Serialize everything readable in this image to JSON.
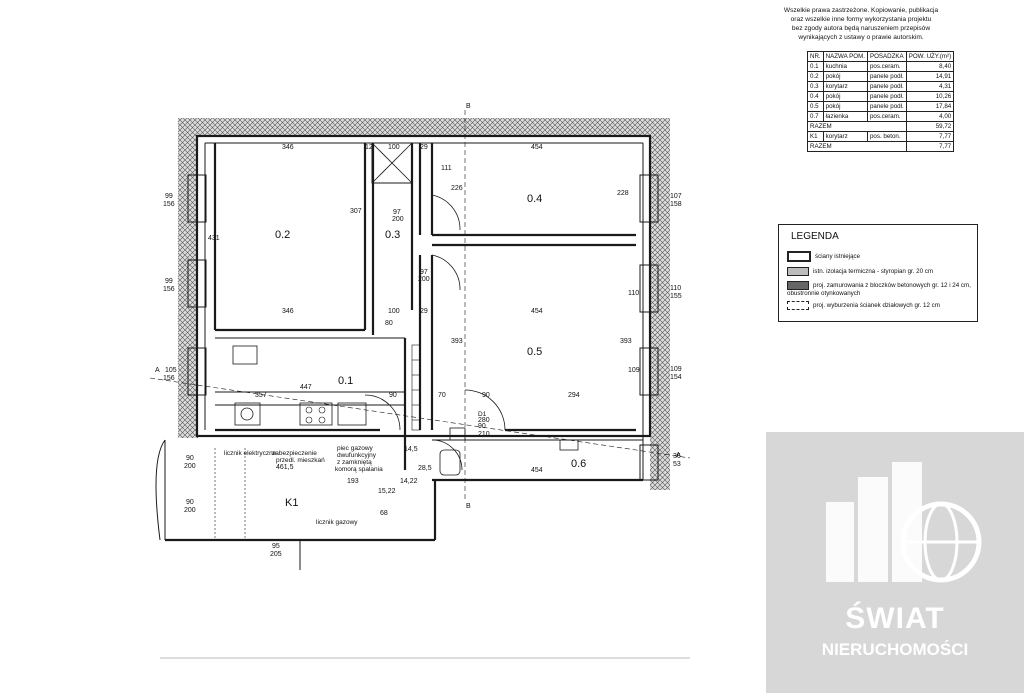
{
  "copyright": {
    "line1": "Wszelkie prawa zastrzeżone. Kopiowanie, publikacja",
    "line2": "oraz wszelkie inne formy wykorzystania projektu",
    "line3": "bez zgody autora będą naruszeniem przepisów",
    "line4": "wynikających z ustawy o prawie autorskim."
  },
  "rooms_table": {
    "headers": [
      "NR.",
      "NAZWA POM.",
      "POSADZKA",
      "POW. UŻY.(m²)"
    ],
    "rows": [
      {
        "nr": "0.1",
        "name": "kuchnia",
        "floor": "pos.ceram.",
        "area": "8,40"
      },
      {
        "nr": "0.2",
        "name": "pokój",
        "floor": "panele podł.",
        "area": "14,91"
      },
      {
        "nr": "0.3",
        "name": "korytarz",
        "floor": "panele podł.",
        "area": "4,31"
      },
      {
        "nr": "0.4",
        "name": "pokój",
        "floor": "panele podł.",
        "area": "10,26"
      },
      {
        "nr": "0.5",
        "name": "pokój",
        "floor": "panele podł.",
        "area": "17,84"
      },
      {
        "nr": "0.7",
        "name": "łazienka",
        "floor": "pos.ceram.",
        "area": "4,00"
      }
    ],
    "sum1": {
      "label": "RAZEM",
      "area": "59,72"
    },
    "extra": {
      "nr": "K1",
      "name": "korytarz",
      "floor": "pos. beton.",
      "area": "7,77"
    },
    "sum2": {
      "label": "RAZEM",
      "area": "7,77"
    }
  },
  "legend": {
    "title": "LEGENDA",
    "items": [
      "ściany istniejące",
      "istn. izolacja termiczna - styropian gr. 20 cm",
      "proj. zamurowania z bloczków betonowych gr. 12 i 24 cm, obustronnie otynkowanych",
      "proj. wyburzenia ścianek działowych gr. 12 cm"
    ]
  },
  "plan": {
    "rooms": {
      "r01": "0.1",
      "r02": "0.2",
      "r03": "0.3",
      "r04": "0.4",
      "r05": "0.5",
      "r06": "0.6",
      "k1": "K1"
    },
    "section_marks": {
      "b_top": "B",
      "b_bottom": "B",
      "a_left": "A",
      "a_right": "A"
    },
    "dims": {
      "d346a": "346",
      "d100a": "100",
      "d454a": "454",
      "d307": "307",
      "d431": "431",
      "d346b": "346",
      "d100b": "100",
      "d454b": "454",
      "d447": "447",
      "d357": "357",
      "d90a": "90",
      "d70": "70",
      "d90b": "90",
      "d294": "294",
      "d454c": "454",
      "d393a": "393",
      "d393b": "393",
      "d228": "228",
      "d226": "226",
      "d111": "111",
      "d110": "110",
      "d109": "109",
      "d97a": "97",
      "d200a": "200",
      "d97b": "97",
      "d200b": "200",
      "d80": "80",
      "d29a": "29",
      "d29b": "29",
      "d12": "12",
      "d99a": "99",
      "d156a": "156",
      "d99b": "99",
      "d156b": "156",
      "d105": "105",
      "d156c": "156",
      "d107": "107",
      "d158": "158",
      "d110b": "110",
      "d155": "155",
      "d109b": "109",
      "d154": "154",
      "d36": "36",
      "d53": "53",
      "d90c": "90",
      "d200c": "200",
      "d90d": "90",
      "d200d": "200",
      "d95": "95",
      "d205": "205",
      "d4615": "461,5",
      "d145": "14,5",
      "d285": "28,5",
      "d1522": "15,22",
      "d1422": "14,22",
      "d193": "193",
      "d68": "68",
      "d90e": "90",
      "d210": "210",
      "d280": "280"
    },
    "notes": {
      "licznik_el": "licznik elektryczne",
      "zabezp": "zabezpieczenie",
      "zabezp2": "przedl. mieszkań",
      "piec1": "piec gazowy",
      "piec2": "dwufunkcyjny",
      "piec3": "z zamkniętą",
      "piec4": "komorą spalania",
      "licznik_gaz": "licznik gazowy",
      "d1": "D1"
    }
  },
  "watermark": {
    "line1": "ŚWIAT",
    "line2": "NIERUCHOMOŚCI"
  },
  "colors": {
    "wall": "#1a1a1a",
    "insulation": "#9a9a9a",
    "logo_bg": "#d7d7d7"
  }
}
